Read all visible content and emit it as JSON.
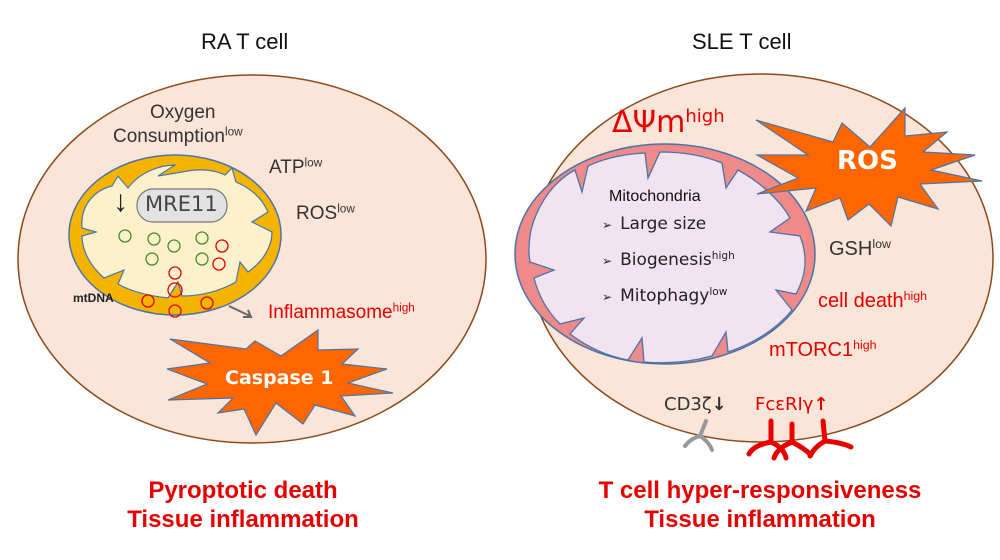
{
  "ra_panel": {
    "title": "RA T cell",
    "oxygen_line1": "Oxygen",
    "oxygen_line2": "Consumption",
    "oxygen_level": "low",
    "atp": "ATP",
    "atp_level": "low",
    "ros": "ROS",
    "ros_level": "low",
    "mre11": "MRE11",
    "mre11_arrow": "↓",
    "mtdna": "mtDNA",
    "inflammasome": "Inflammasome",
    "inflammasome_level": "high",
    "burst_label": "Caspase 1",
    "outcome_line1": "Pyroptotic death",
    "outcome_line2": "Tissue inflammation"
  },
  "sle_panel": {
    "title": "SLE T cell",
    "dpsi": "ΔΨm",
    "dpsi_level": "high",
    "burst_label": "ROS",
    "mito_title": "Mitochondria",
    "mito_items": [
      {
        "bullet": "➢",
        "text": "Large size",
        "level": ""
      },
      {
        "bullet": "➢",
        "text": "Biogenesis",
        "level": "high"
      },
      {
        "bullet": "➢",
        "text": "Mitophagy",
        "level": "low"
      }
    ],
    "gsh": "GSH",
    "gsh_level": "low",
    "cell_death": "cell death",
    "cell_death_level": "high",
    "mtorc1": "mTORC1",
    "mtorc1_level": "high",
    "cd3z": "CD3ζ",
    "cd3z_arrow": "↓",
    "fcer": "FcεRIγ",
    "fcer_arrow": "↑",
    "outcome_line1": "T cell hyper-responsiveness",
    "outcome_line2": "Tissue inflammation"
  },
  "colors": {
    "cell_fill": "#fae5d8",
    "cell_border": "#8b4a1c",
    "ra_mito_outer": "#f5b400",
    "ra_mito_inner": "#fdf1cc",
    "sle_mito_outer": "#ee8a8a",
    "sle_mito_inner": "#f1e3f0",
    "membrane_line": "#4a74a8",
    "burst_fill": "#ff6600",
    "accent_red": "#e60000",
    "mtdna_green": "#4a8a2a"
  }
}
